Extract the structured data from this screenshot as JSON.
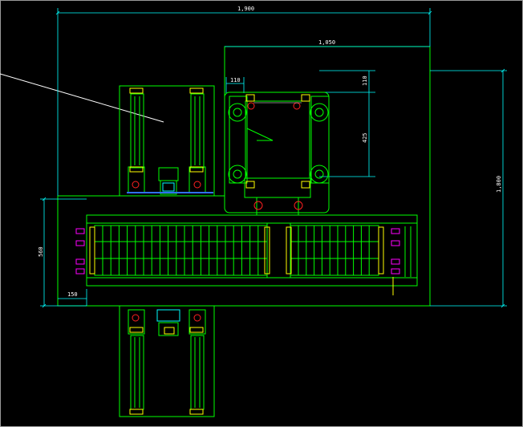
{
  "dimensions": {
    "overall_width": "1,900",
    "upper_right_width": "1,050",
    "offset_left": "110",
    "offset_top": "110",
    "vertical_spacing": "425",
    "overall_height": "1,800",
    "conveyor_height": "560",
    "bottom_offset": "150"
  },
  "colors": {
    "background": "#000000",
    "outline": "#00ff00",
    "dimension": "#00ffff",
    "text": "#ffffff",
    "accent_yellow": "#ffff00",
    "accent_red": "#ff2020",
    "accent_magenta": "#ff00ff",
    "accent_blue": "#3070ff"
  }
}
